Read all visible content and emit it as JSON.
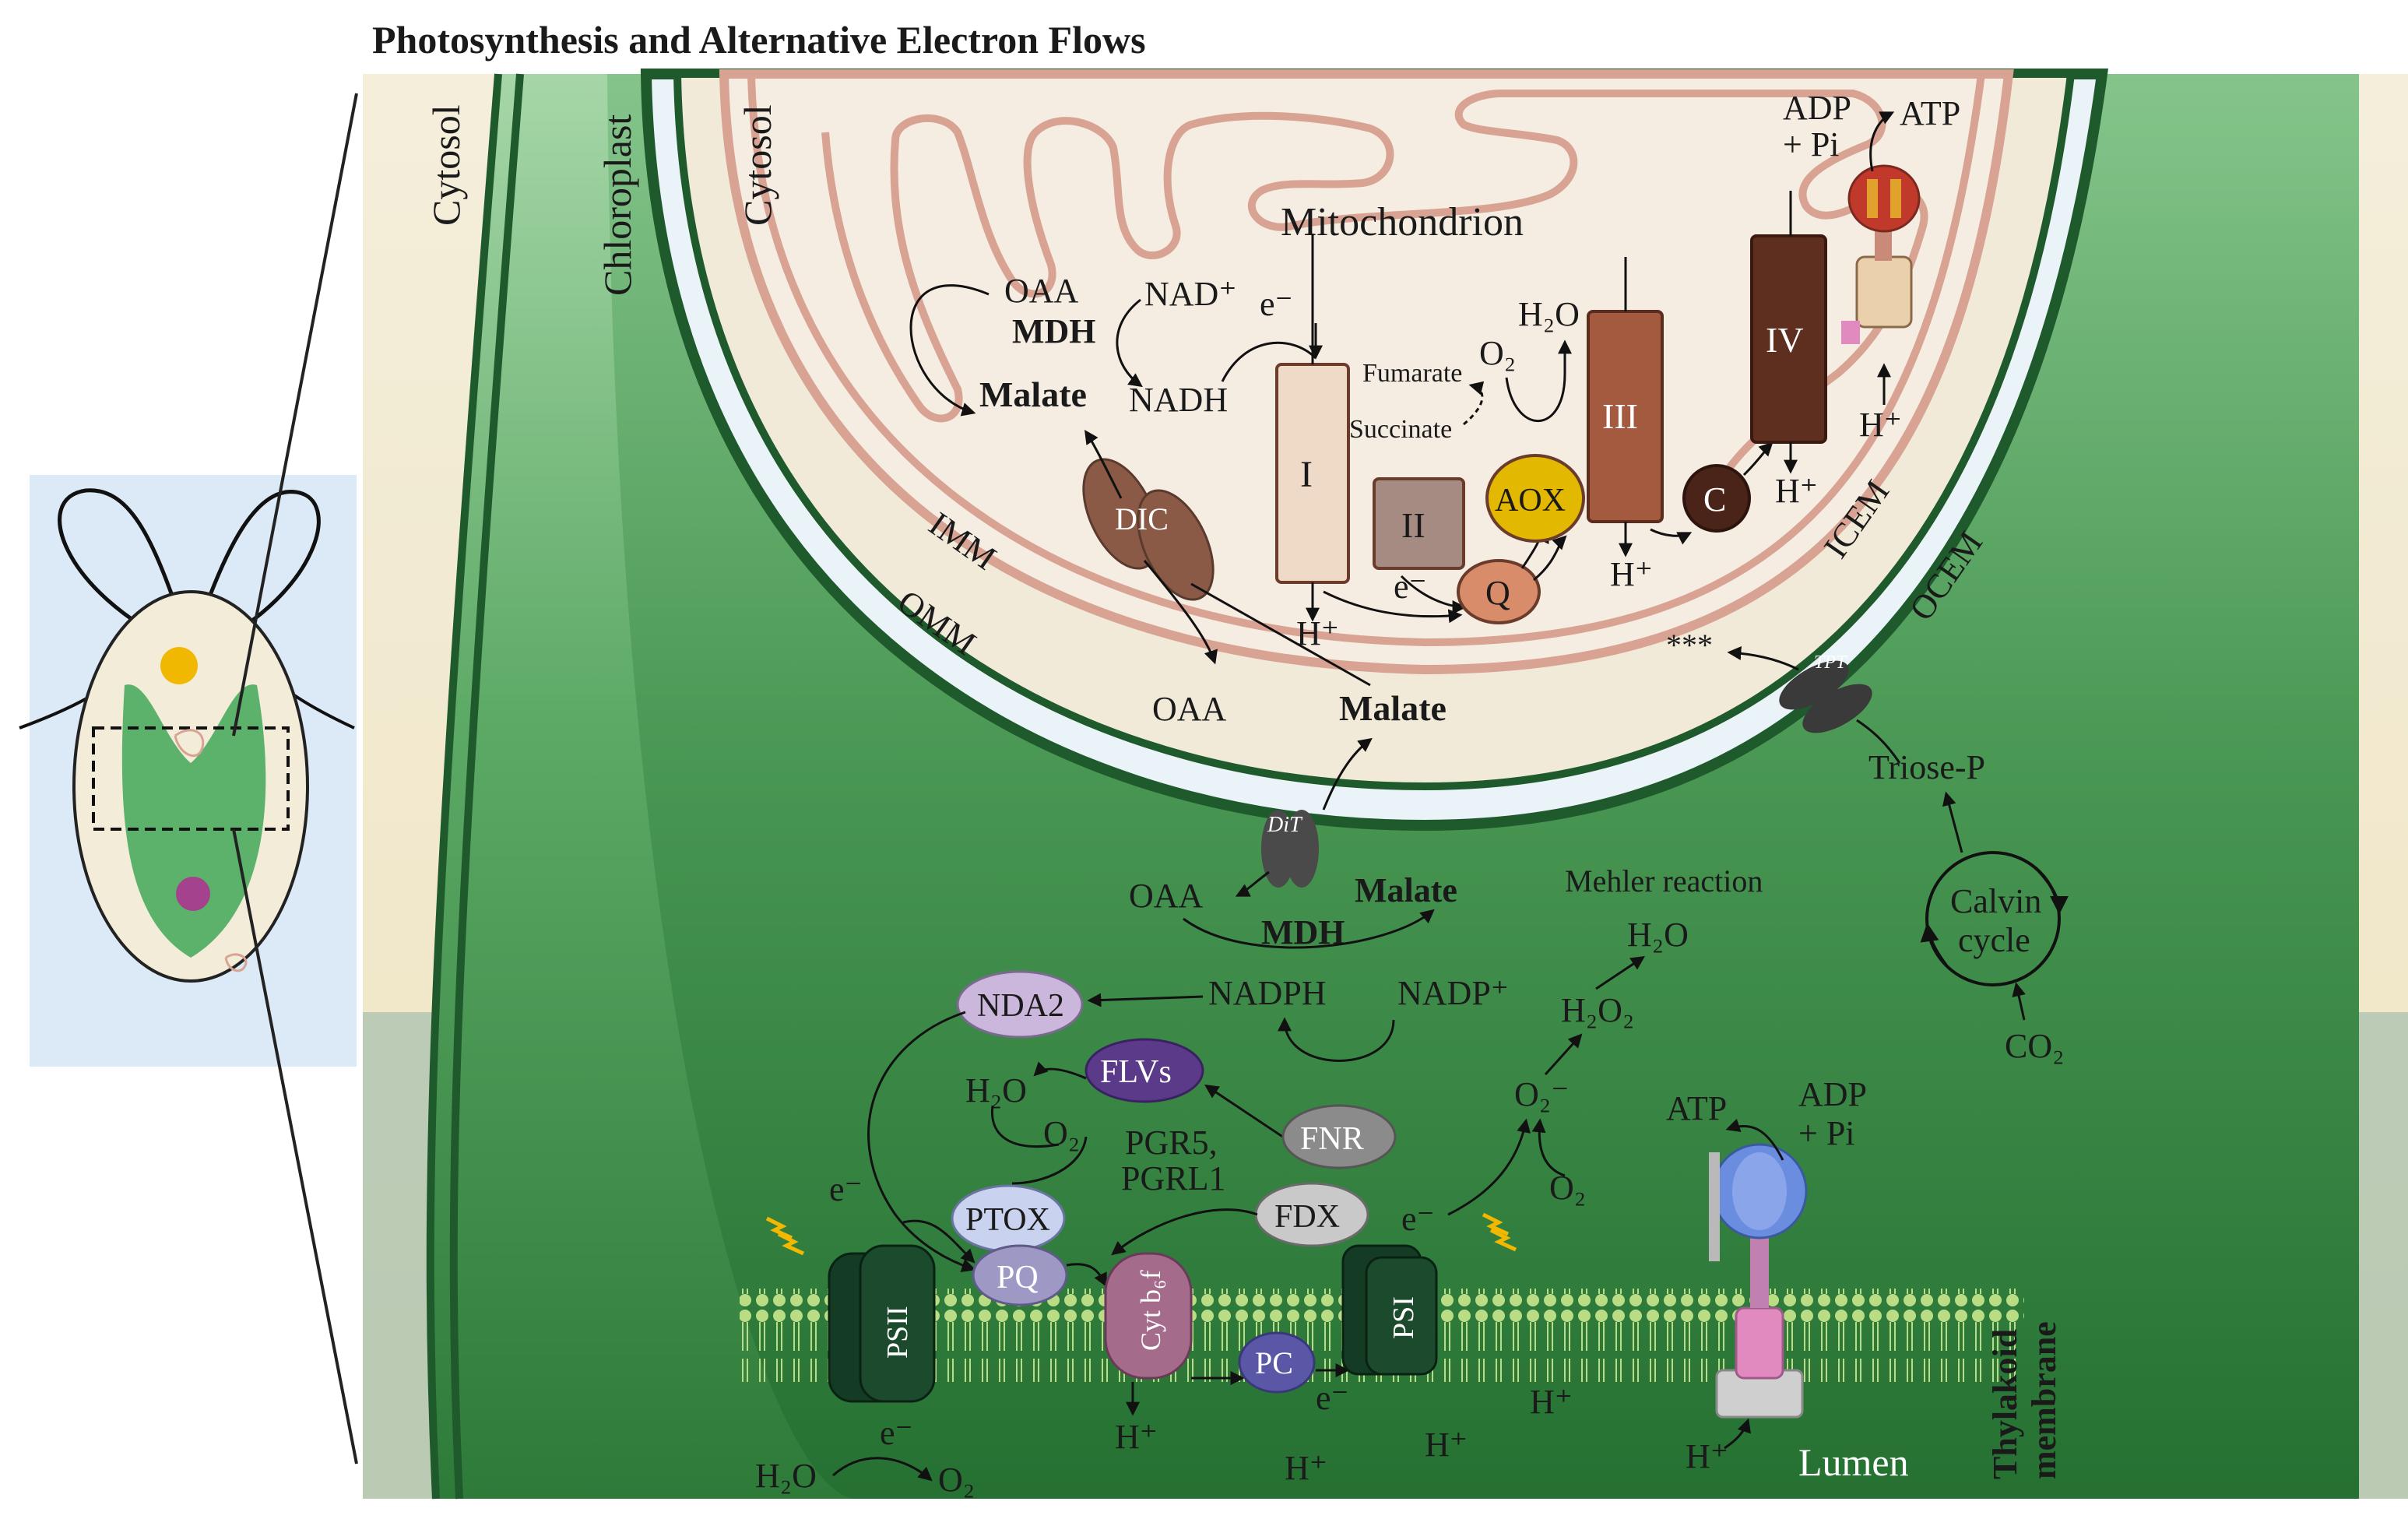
{
  "title": "Photosynthesis and Alternative Electron Flows",
  "regions": {
    "cytosol_outer": "Cytosol",
    "chloroplast": "Chloroplast",
    "cytosol_inner": "Cytosol",
    "mitochondrion": "Mitochondrion",
    "imm": "IMM",
    "omm": "OMM",
    "icem": "ICEM",
    "ocem": "OCEM",
    "thylakoid_membrane_line1": "Thylakoid",
    "thylakoid_membrane_line2": "membrane",
    "lumen": "Lumen"
  },
  "mito": {
    "oaa": "OAA",
    "nad_plus": "NAD⁺",
    "mdh": "MDH",
    "malate": "Malate",
    "nadh": "NADH",
    "e_minus": "e⁻",
    "complex_i": "I",
    "complex_ii": "II",
    "complex_iii": "III",
    "complex_iv": "IV",
    "aox": "AOX",
    "q": "Q",
    "c": "C",
    "dic": "DIC",
    "fumarate": "Fumarate",
    "succinate": "Succinate",
    "o2": "O₂",
    "h2o": "H₂O",
    "h_plus_1": "H⁺",
    "h_plus_2": "H⁺",
    "h_plus_3": "H⁺",
    "h_plus_4": "H⁺",
    "e_minus_2": "e⁻",
    "adp_line1": "ADP",
    "adp_line2": "+ Pi",
    "atp": "ATP"
  },
  "envelope": {
    "oaa": "OAA",
    "malate": "Malate",
    "dit": "DiT",
    "tpt": "TPT",
    "stars": "***",
    "triose_p": "Triose-P"
  },
  "stroma": {
    "oaa": "OAA",
    "malate": "Malate",
    "mdh": "MDH",
    "nadph": "NADPH",
    "nadp_plus": "NADP⁺",
    "mehler": "Mehler reaction",
    "h2o": "H₂O",
    "h2o2": "H₂O₂",
    "o2_minus": "O₂⁻",
    "o2": "O₂",
    "calvin_line1": "Calvin",
    "calvin_line2": "cycle",
    "co2": "CO₂",
    "nda2": "NDA2",
    "flvs": "FLVs",
    "h2o_flv": "H₂O",
    "o2_flv": "O₂",
    "pgr5": "PGR5,",
    "pgrl1": "PGRL1",
    "fnr": "FNR",
    "fdx": "FDX",
    "ptox": "PTOX",
    "pq": "PQ",
    "psii": "PSII",
    "psi": "PSI",
    "cytb6f": "Cyt b₆f",
    "pc": "PC",
    "e_minus_a": "e⁻",
    "e_minus_b": "e⁻",
    "e_minus_c": "e⁻",
    "e_minus_d": "e⁻",
    "atp": "ATP",
    "adp_line1": "ADP",
    "adp_line2": "+ Pi",
    "h2o_split": "H₂O",
    "o2_split": "O₂",
    "h_plus_a": "H⁺",
    "h_plus_b": "H⁺",
    "h_plus_c": "H⁺",
    "h_plus_d": "H⁺",
    "h_plus_e": "H⁺"
  },
  "colors": {
    "outer_bg": "#f2ecd5",
    "chloroplast_green": "#3f9a55",
    "stroma_dark": "#2f7c3c",
    "mito_bg": "#f4ecdf",
    "mito_membrane": "#d9a393",
    "complex_i": "#efd9c7",
    "complex_iii": "#a35a3e",
    "complex_iv": "#5e2e1e",
    "aox": "#e2b800",
    "q": "#d98c6a",
    "psii": "#143b23",
    "cytb6f": "#a56b8b",
    "pc": "#5a58a6",
    "flvs": "#5b3a8a",
    "nda2": "#cbb7dc",
    "ptox": "#c9d2ee",
    "fnr": "#8b8b8b",
    "fdx": "#c9c9c9",
    "inset_bg": "#dce9f6"
  }
}
